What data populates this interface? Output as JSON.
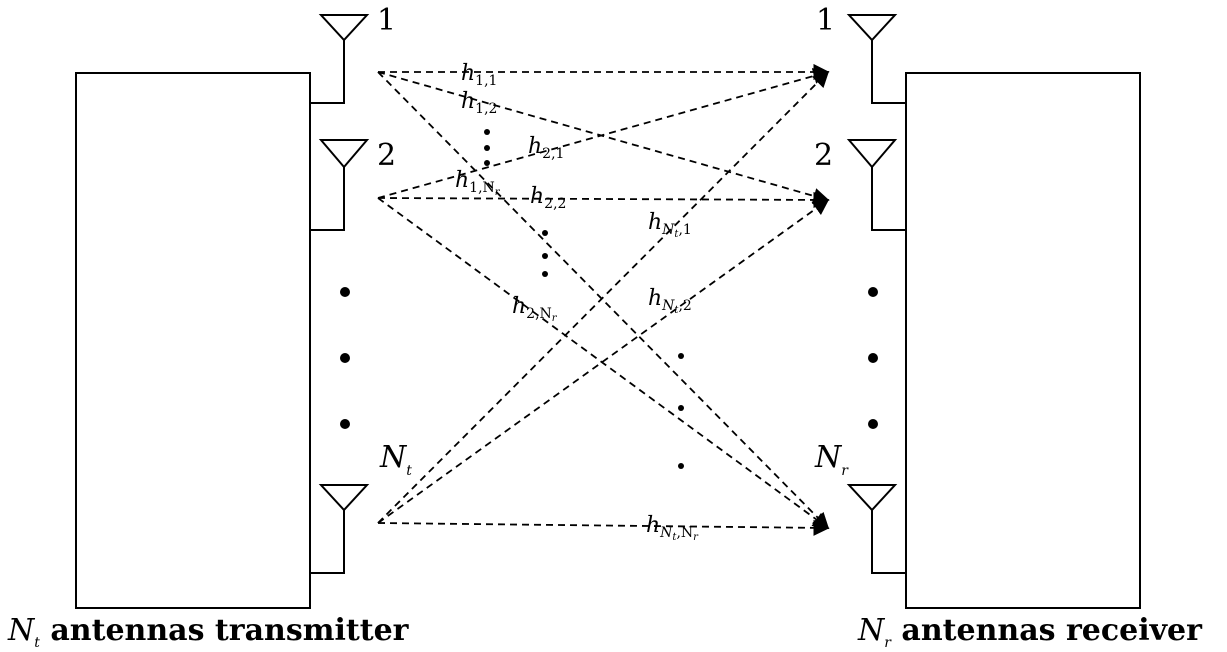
{
  "transmitter": {
    "antenna_labels": [
      "1",
      "2",
      "N_t"
    ],
    "caption_symbol": "N",
    "caption_symbol_sub": "t",
    "caption_text": " antennas transmitter"
  },
  "receiver": {
    "antenna_labels": [
      "1",
      "2",
      "N_r"
    ],
    "caption_symbol": "N",
    "caption_symbol_sub": "r",
    "caption_text": " antennas receiver"
  },
  "channels": [
    {
      "id": "h11",
      "base": "h",
      "sub": "1,1"
    },
    {
      "id": "h12",
      "base": "h",
      "sub": "1,2"
    },
    {
      "id": "h21",
      "base": "h",
      "sub": "2,1"
    },
    {
      "id": "h1Nr",
      "base": "h",
      "sub": "1,N",
      "subsub": "r"
    },
    {
      "id": "h22",
      "base": "h",
      "sub": "2,2"
    },
    {
      "id": "hNt1",
      "base": "h",
      "sub": "N",
      "subsub": "t",
      "tail": ",1"
    },
    {
      "id": "h2Nr",
      "base": "h",
      "sub": "2,N",
      "subsub": "r"
    },
    {
      "id": "hNt2",
      "base": "h",
      "sub": "N",
      "subsub": "t",
      "tail": ",2"
    },
    {
      "id": "hNtNr",
      "base": "h",
      "sub": "N",
      "subsub": "t",
      "tail": ",N",
      "tailsub": "r"
    }
  ]
}
